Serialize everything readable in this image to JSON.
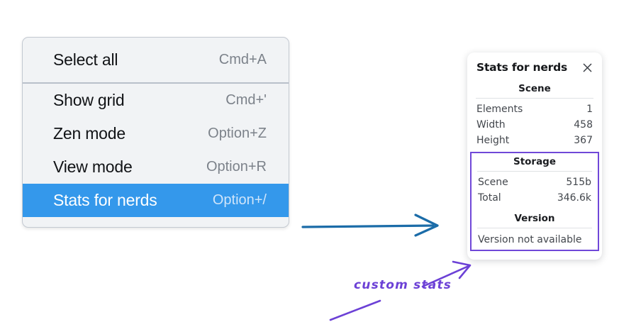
{
  "menu": {
    "groups": [
      {
        "items": [
          {
            "label": "Select all",
            "shortcut": "Cmd+A",
            "selected": false
          }
        ]
      },
      {
        "items": [
          {
            "label": "Show grid",
            "shortcut": "Cmd+'",
            "selected": false
          },
          {
            "label": "Zen mode",
            "shortcut": "Option+Z",
            "selected": false
          },
          {
            "label": "View mode",
            "shortcut": "Option+R",
            "selected": false
          },
          {
            "label": "Stats for nerds",
            "shortcut": "Option+/",
            "selected": true
          }
        ]
      }
    ]
  },
  "stats_panel": {
    "title": "Stats for nerds",
    "close_icon": "close-icon",
    "sections": [
      {
        "heading": "Scene",
        "rows": [
          {
            "label": "Elements",
            "value": "1"
          },
          {
            "label": "Width",
            "value": "458"
          },
          {
            "label": "Height",
            "value": "367"
          }
        ]
      },
      {
        "heading": "Storage",
        "rows": [
          {
            "label": "Scene",
            "value": "515b"
          },
          {
            "label": "Total",
            "value": "346.6k"
          }
        ]
      },
      {
        "heading": "Version",
        "note": "Version not available"
      }
    ]
  },
  "annotations": {
    "custom_stats_label": "custom stats",
    "arrow_blue_color": "#1b6ca8",
    "arrow_purple_color": "#6c41d6",
    "highlight_box_color": "#7048d8",
    "selection_color": "#3498eb"
  }
}
